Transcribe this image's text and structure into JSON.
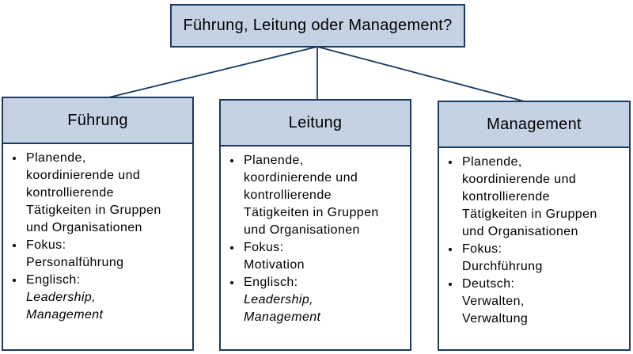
{
  "diagram": {
    "root": {
      "title": "Führung, Leitung oder Management?"
    },
    "columns": [
      {
        "title": "Führung",
        "bullets": [
          {
            "text": "Planende,\nkoordinierende und\nkontrollierende\nTätigkeiten in Gruppen\nund Organisationen"
          },
          {
            "text": "Fokus:\nPersonalführung"
          },
          {
            "text": "Englisch:",
            "detail": "Leadership,\nManagement",
            "detail_style": "italic"
          }
        ]
      },
      {
        "title": "Leitung",
        "bullets": [
          {
            "text": "Planende,\nkoordinierende und\nkontrollierende\nTätigkeiten in Gruppen\nund Organisationen"
          },
          {
            "text": "Fokus:\nMotivation"
          },
          {
            "text": "Englisch:",
            "detail": "Leadership,\nManagement",
            "detail_style": "italic"
          }
        ]
      },
      {
        "title": "Management",
        "bullets": [
          {
            "text": "Planende,\nkoordinierende und\nkontrollierende\nTätigkeiten in Gruppen\nund Organisationen"
          },
          {
            "text": "Fokus:\nDurchführung"
          },
          {
            "text": "Deutsch:",
            "detail": "Verwalten,\nVerwaltung",
            "detail_style": "normal"
          }
        ]
      }
    ],
    "colors": {
      "box_fill": "#c4d2e4",
      "border": "#1a3a63",
      "connector": "#1a3a63",
      "text": "#000000",
      "background": "#ffffff"
    }
  }
}
